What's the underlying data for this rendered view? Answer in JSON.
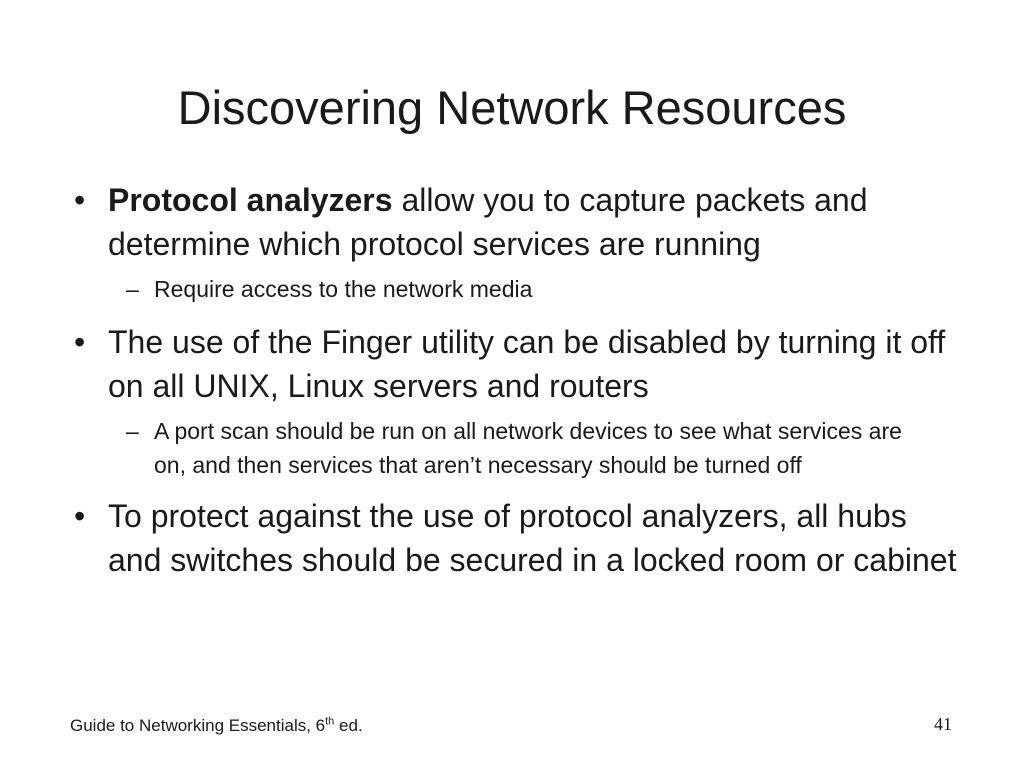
{
  "slide": {
    "title": "Discovering Network Resources",
    "bullets": [
      {
        "marker": "•",
        "bold_lead": "Protocol analyzers",
        "text": " allow you to capture packets and determine which protocol services are running",
        "sub": [
          {
            "marker": "–",
            "text": "Require access to the network media"
          }
        ]
      },
      {
        "marker": "•",
        "text": "The use of the Finger utility can be disabled by turning it off on all UNIX, Linux servers and routers",
        "sub": [
          {
            "marker": "–",
            "text": "A port scan should be run on all network devices to see what services are on, and then services that aren’t necessary should be turned off"
          }
        ]
      },
      {
        "marker": "•",
        "text": "To protect against the use of protocol analyzers, all hubs and switches should be secured in a locked room or cabinet"
      }
    ]
  },
  "footer": {
    "book_title": "Guide to Networking Essentials, 6",
    "superscript": "th",
    "suffix": " ed.",
    "page_number": "41"
  }
}
